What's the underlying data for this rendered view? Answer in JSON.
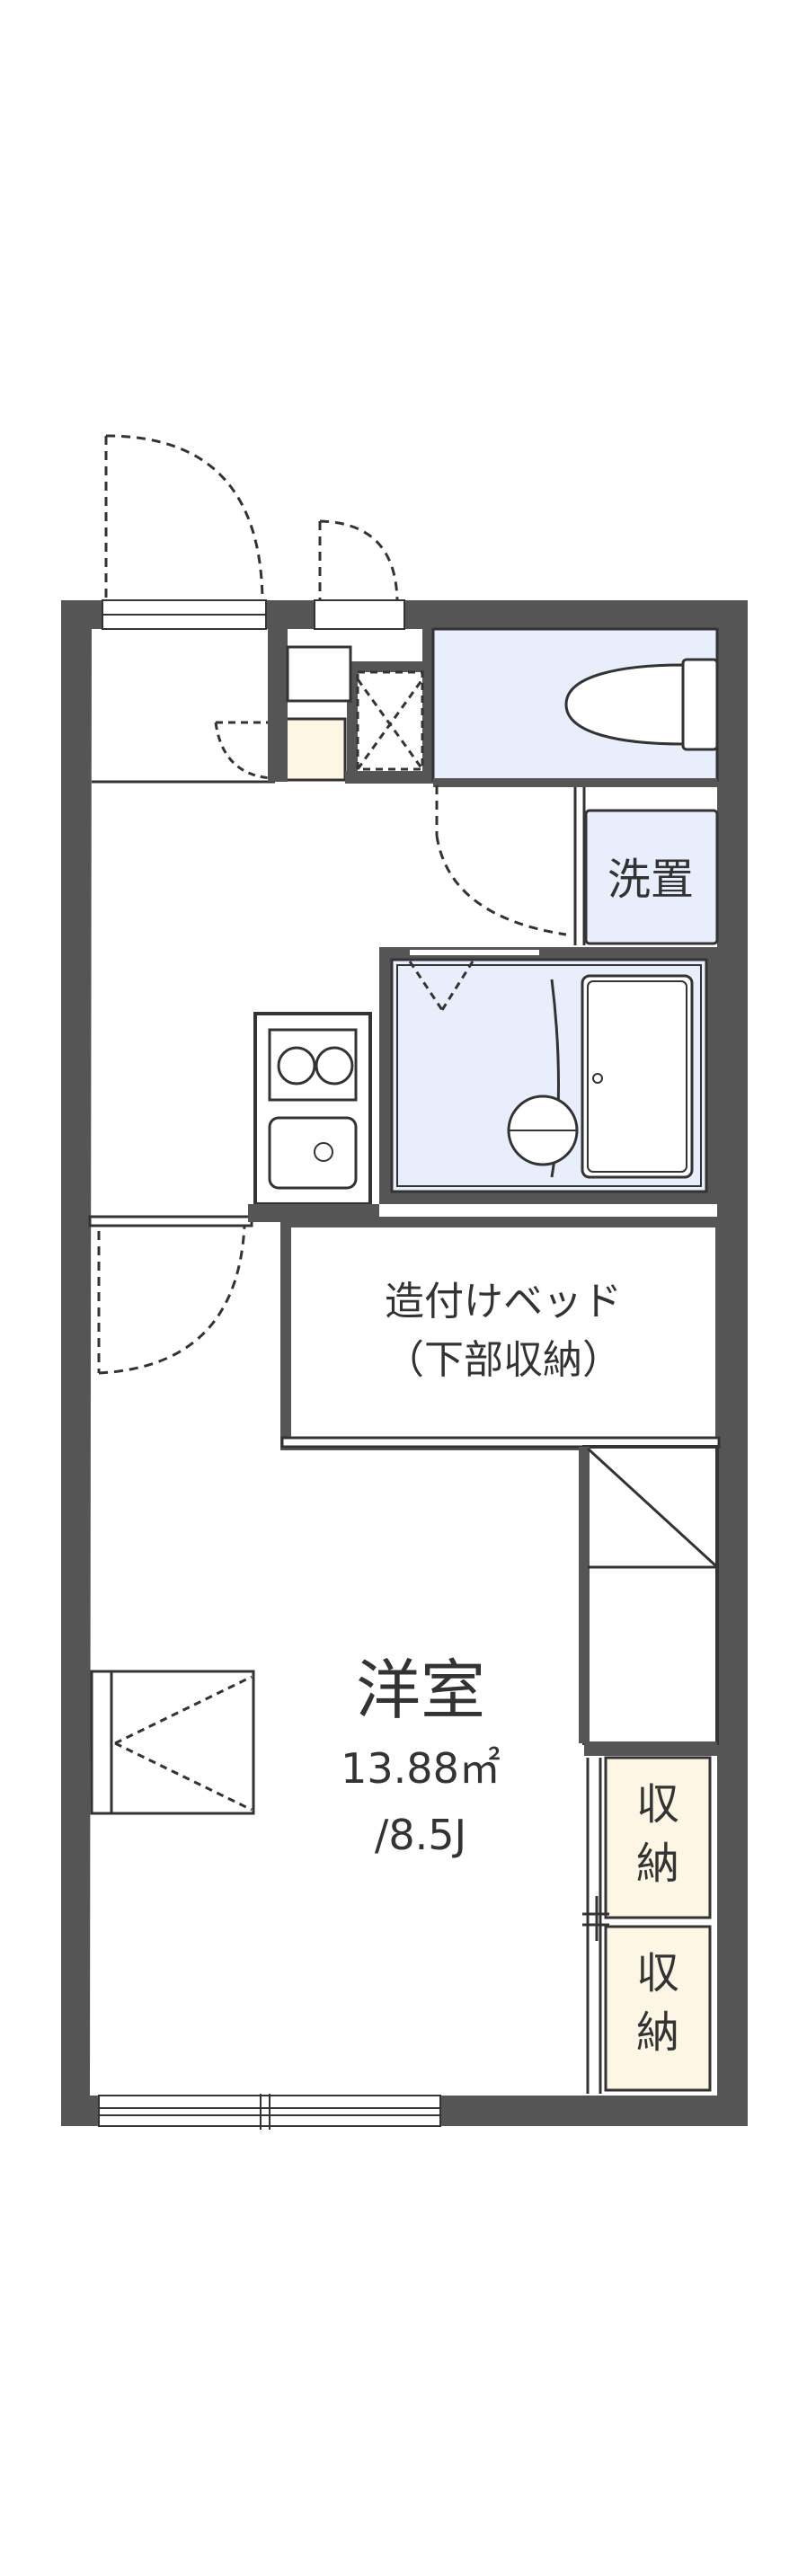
{
  "colors": {
    "wall": "#555555",
    "outline": "#333333",
    "wet_area": "#e8eefb",
    "storage": "#fdf6e5",
    "background": "#ffffff"
  },
  "rooms": {
    "washstand": {
      "label": "洗置"
    },
    "built_in_bed": {
      "line1": "造付けベッド",
      "line2": "（下部収納）"
    },
    "western_room": {
      "name": "洋室",
      "area": "13.88㎡",
      "tatami": "/8.5J"
    },
    "storage_1": {
      "char1": "収",
      "char2": "納"
    },
    "storage_2": {
      "char1": "収",
      "char2": "納"
    }
  },
  "icons": [
    "toilet-icon",
    "washbasin-icon",
    "bathtub-icon",
    "stove-icon",
    "sink-icon",
    "door-swing-icon"
  ]
}
